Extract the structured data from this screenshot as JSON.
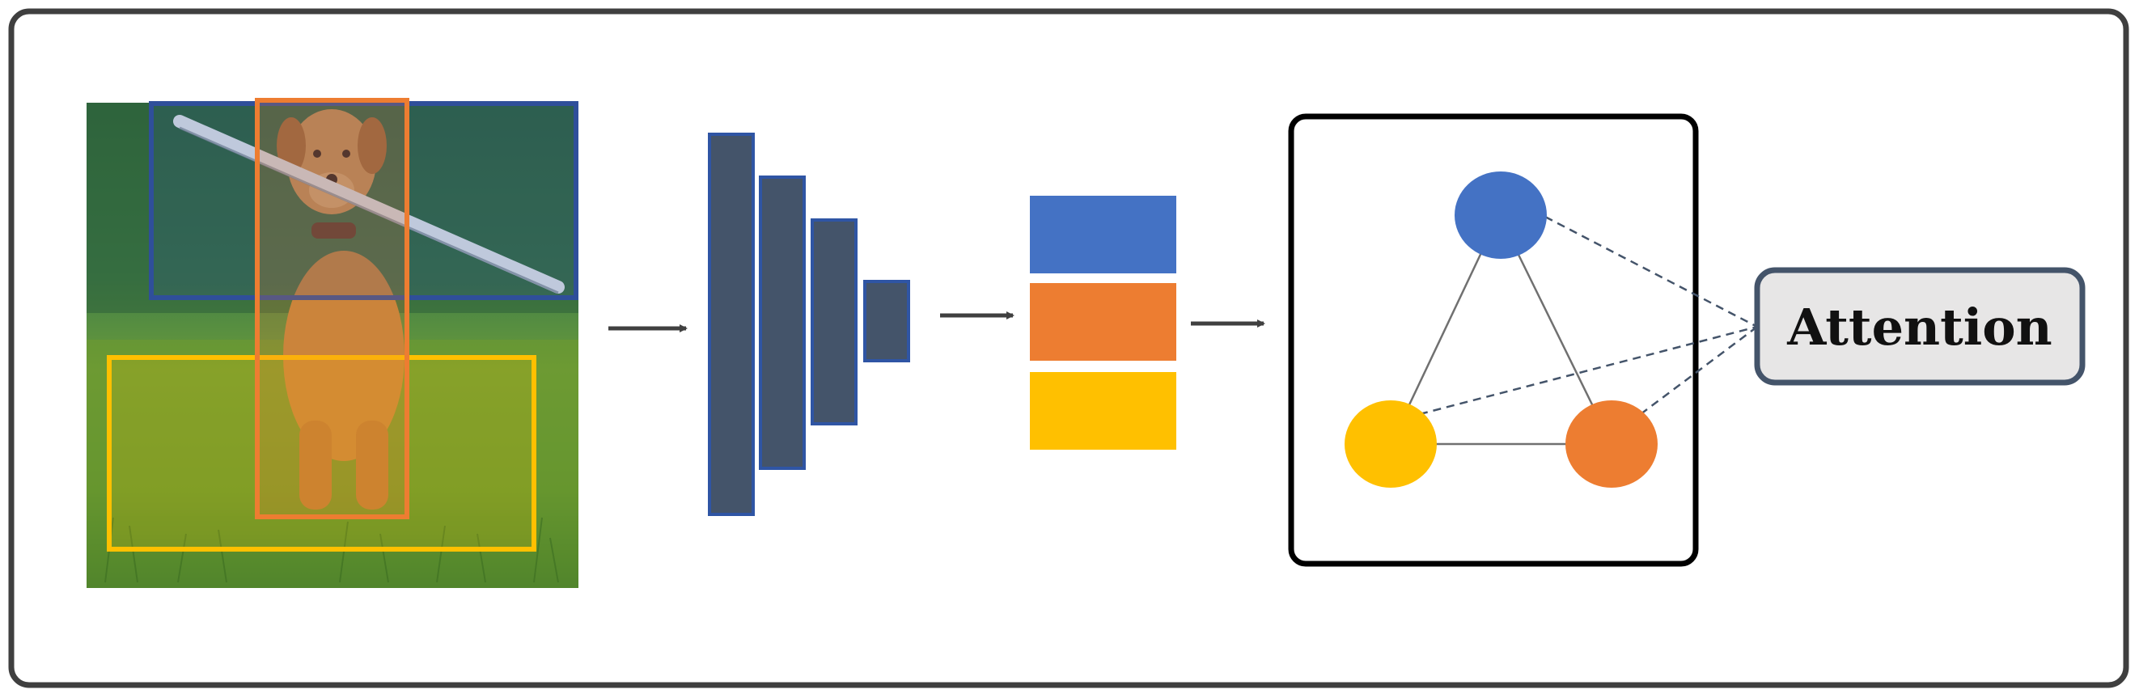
{
  "attention_box": {
    "label": "Attention"
  },
  "colors": {
    "frame": "#3f3f3f",
    "cnn": "#44546a",
    "cnn_border": "#2f55a4",
    "blue": "#4472c4",
    "orange": "#ed7d31",
    "yellow": "#ffc000",
    "attention_fill": "#e7e6e6",
    "attention_border": "#44546a",
    "arrow": "#404040"
  },
  "detections": [
    {
      "name": "stick",
      "color": "#2f4f9a"
    },
    {
      "name": "dog",
      "color": "#ed7d31"
    },
    {
      "name": "grass",
      "color": "#ffc000"
    }
  ],
  "graph_nodes": [
    {
      "name": "blue",
      "color": "#4472c4"
    },
    {
      "name": "yellow",
      "color": "#ffc000"
    },
    {
      "name": "orange",
      "color": "#ed7d31"
    }
  ]
}
